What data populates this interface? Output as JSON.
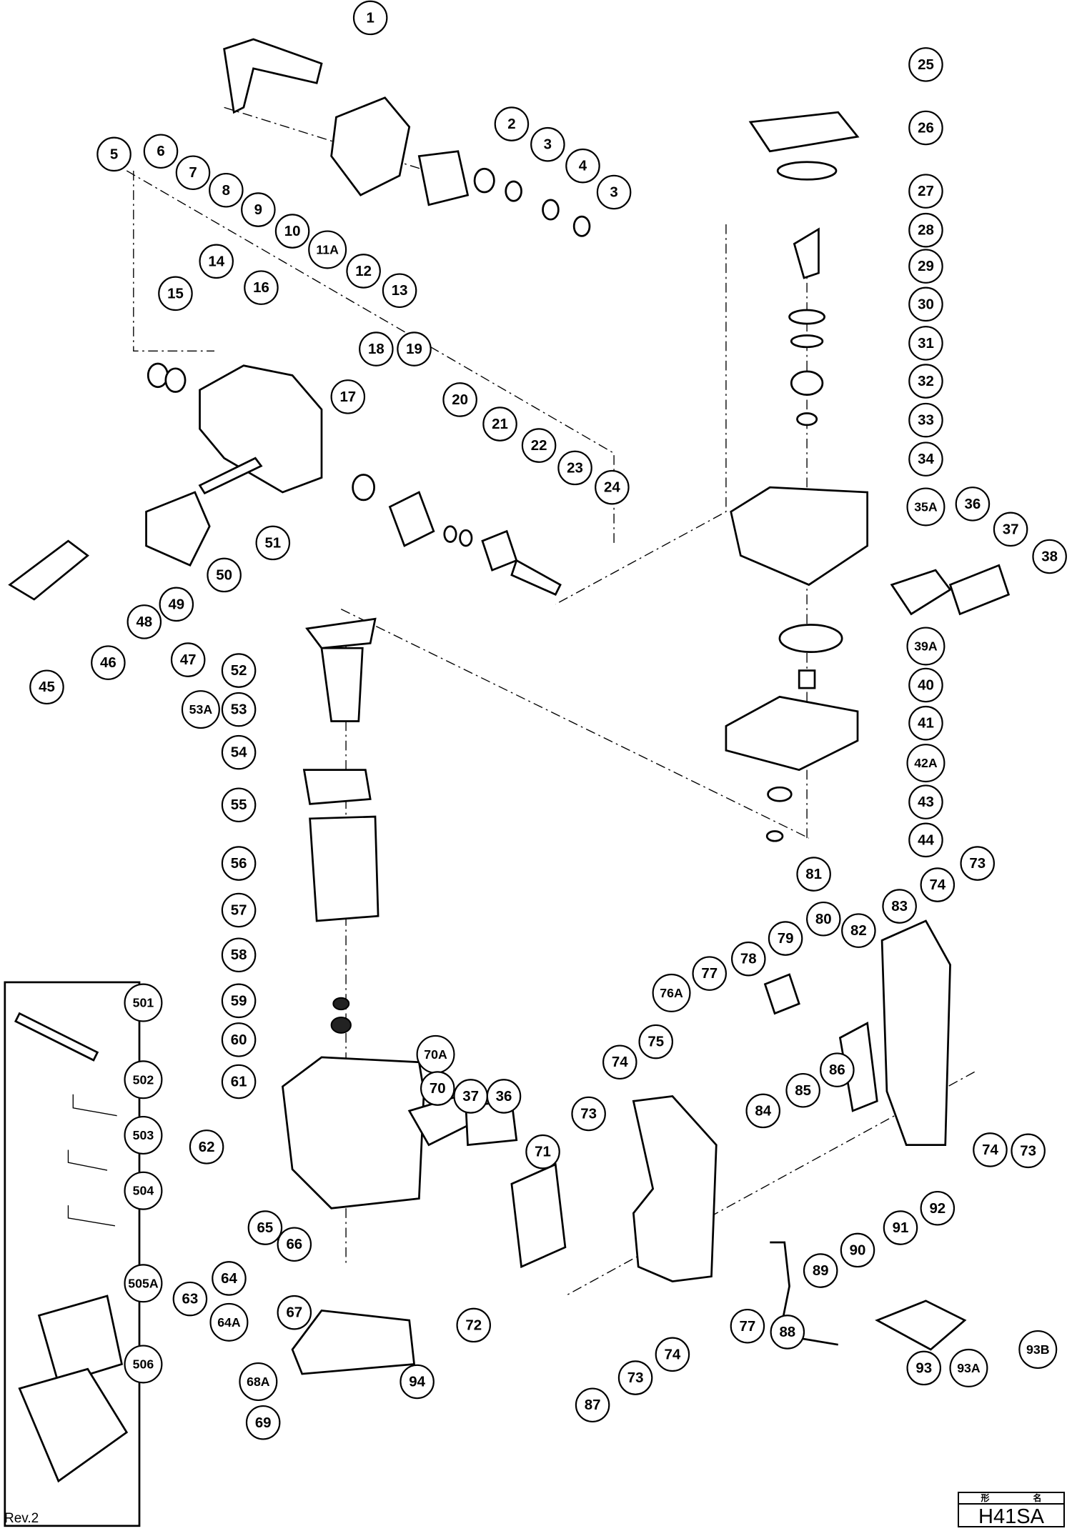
{
  "diagram": {
    "model": "H41SA",
    "title_block_header": [
      "形",
      "名"
    ],
    "revision": "Rev.2",
    "callouts": [
      "1",
      "2",
      "3",
      "4",
      "3",
      "5",
      "6",
      "7",
      "8",
      "9",
      "10",
      "11A",
      "12",
      "13",
      "14",
      "15",
      "16",
      "17",
      "18",
      "19",
      "20",
      "21",
      "22",
      "23",
      "24",
      "25",
      "26",
      "27",
      "28",
      "29",
      "30",
      "31",
      "32",
      "33",
      "34",
      "35A",
      "36",
      "37",
      "38",
      "39A",
      "40",
      "41",
      "42A",
      "43",
      "44",
      "45",
      "46",
      "47",
      "48",
      "49",
      "50",
      "51",
      "52",
      "53A",
      "53",
      "54",
      "55",
      "56",
      "57",
      "58",
      "59",
      "60",
      "61",
      "62",
      "63",
      "64",
      "64A",
      "65",
      "66",
      "67",
      "68A",
      "69",
      "70A",
      "70",
      "37",
      "36",
      "71",
      "72",
      "73",
      "74",
      "75",
      "76A",
      "77",
      "78",
      "79",
      "80",
      "81",
      "82",
      "83",
      "74",
      "73",
      "84",
      "85",
      "86",
      "87",
      "88",
      "89",
      "90",
      "91",
      "92",
      "73",
      "74",
      "77",
      "74",
      "73",
      "93",
      "93A",
      "93B",
      "94",
      "501",
      "502",
      "503",
      "504",
      "505A",
      "506"
    ]
  }
}
